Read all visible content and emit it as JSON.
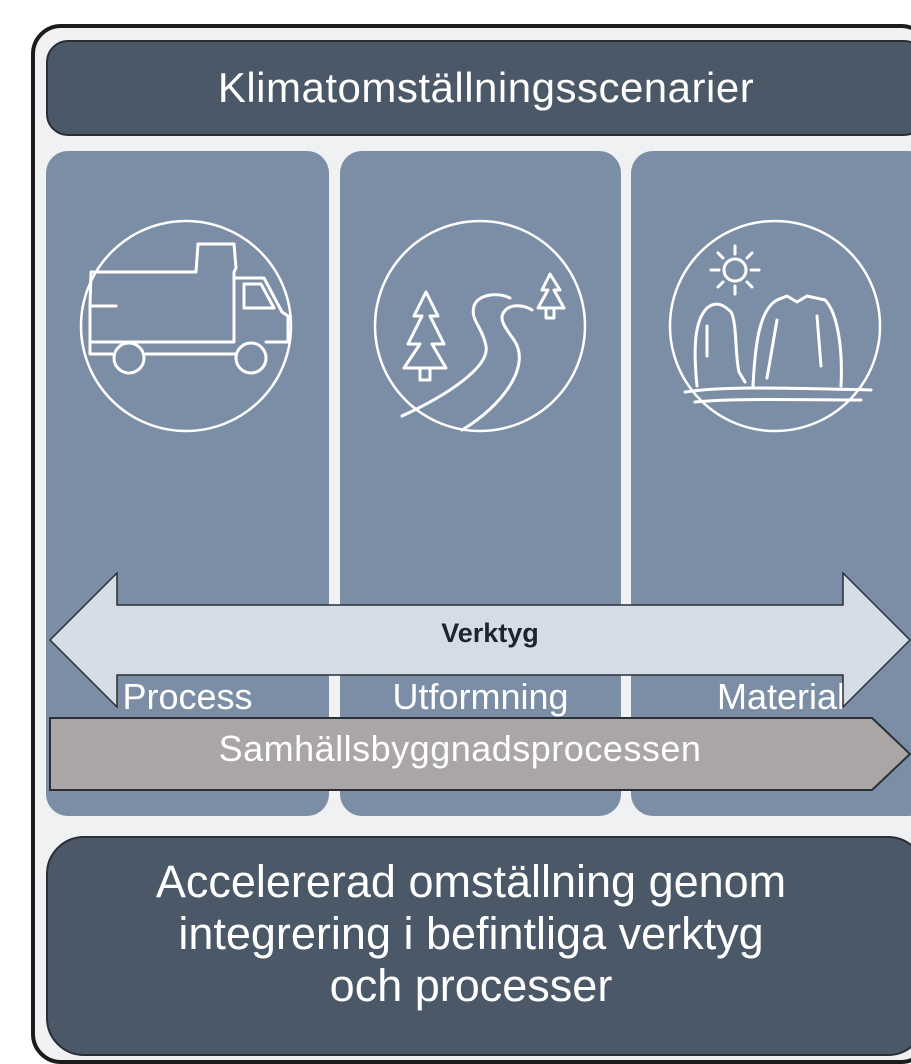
{
  "header": {
    "title": "Klimatomställningsscenarier"
  },
  "columns": [
    {
      "label": "Process",
      "icon": "dump-truck-icon"
    },
    {
      "label": "Utformning",
      "icon": "road-trees-icon"
    },
    {
      "label": "Material",
      "icon": "sun-rocks-icon"
    }
  ],
  "arrows": {
    "tools": "Verktyg",
    "process": "Samhällsbyggnadsprocessen"
  },
  "footer": {
    "lines": [
      "Accelererad omställning genom",
      "integrering i befintliga verktyg",
      "och processer"
    ]
  },
  "colors": {
    "dark_box": "#4a5868",
    "column": "#7c8ea6",
    "tools_arrow": "#d5dce6",
    "process_arrow": "#aaa6a6"
  }
}
